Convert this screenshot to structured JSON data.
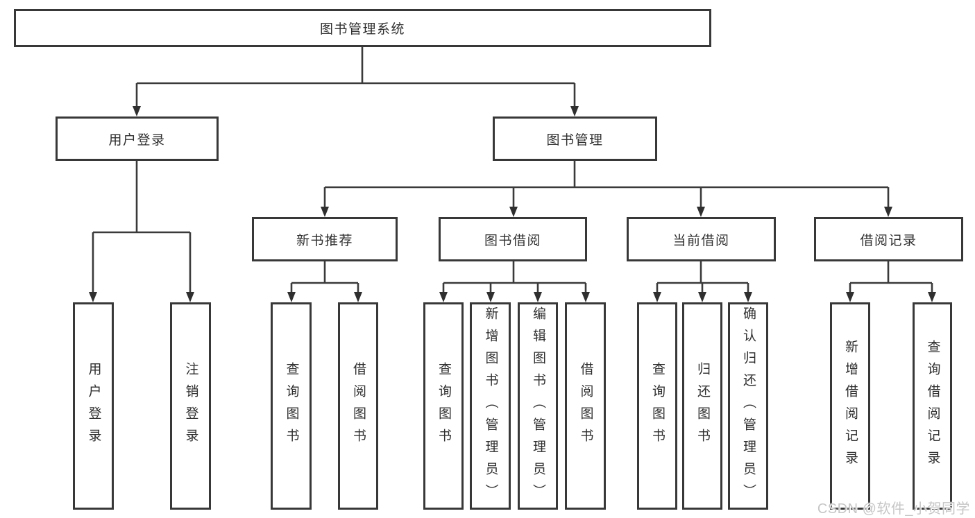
{
  "diagram_type": "hierarchy-tree",
  "tree": {
    "label": "图书管理系统",
    "children": [
      {
        "label": "用户登录",
        "children": [
          {
            "label": "用户登录"
          },
          {
            "label": "注销登录"
          }
        ]
      },
      {
        "label": "图书管理",
        "children": [
          {
            "label": "新书推荐",
            "children": [
              {
                "label": "查询图书"
              },
              {
                "label": "借阅图书"
              }
            ]
          },
          {
            "label": "图书借阅",
            "children": [
              {
                "label": "查询图书"
              },
              {
                "label": "新增图书（管理员）"
              },
              {
                "label": "编辑图书（管理员）"
              },
              {
                "label": "借阅图书"
              }
            ]
          },
          {
            "label": "当前借阅",
            "children": [
              {
                "label": "查询图书"
              },
              {
                "label": "归还图书"
              },
              {
                "label": "确认归还（管理员）"
              }
            ]
          },
          {
            "label": "借阅记录",
            "children": [
              {
                "label": "新增借阅记录"
              },
              {
                "label": "查询借阅记录"
              }
            ]
          }
        ]
      }
    ]
  },
  "watermark": "CSDN @软件_小贺同学",
  "colors": {
    "line": "#3a3a3a",
    "box_border": "#383838",
    "text": "#2f2f2f",
    "watermark": "#c6c6c6",
    "background": "#ffffff"
  }
}
